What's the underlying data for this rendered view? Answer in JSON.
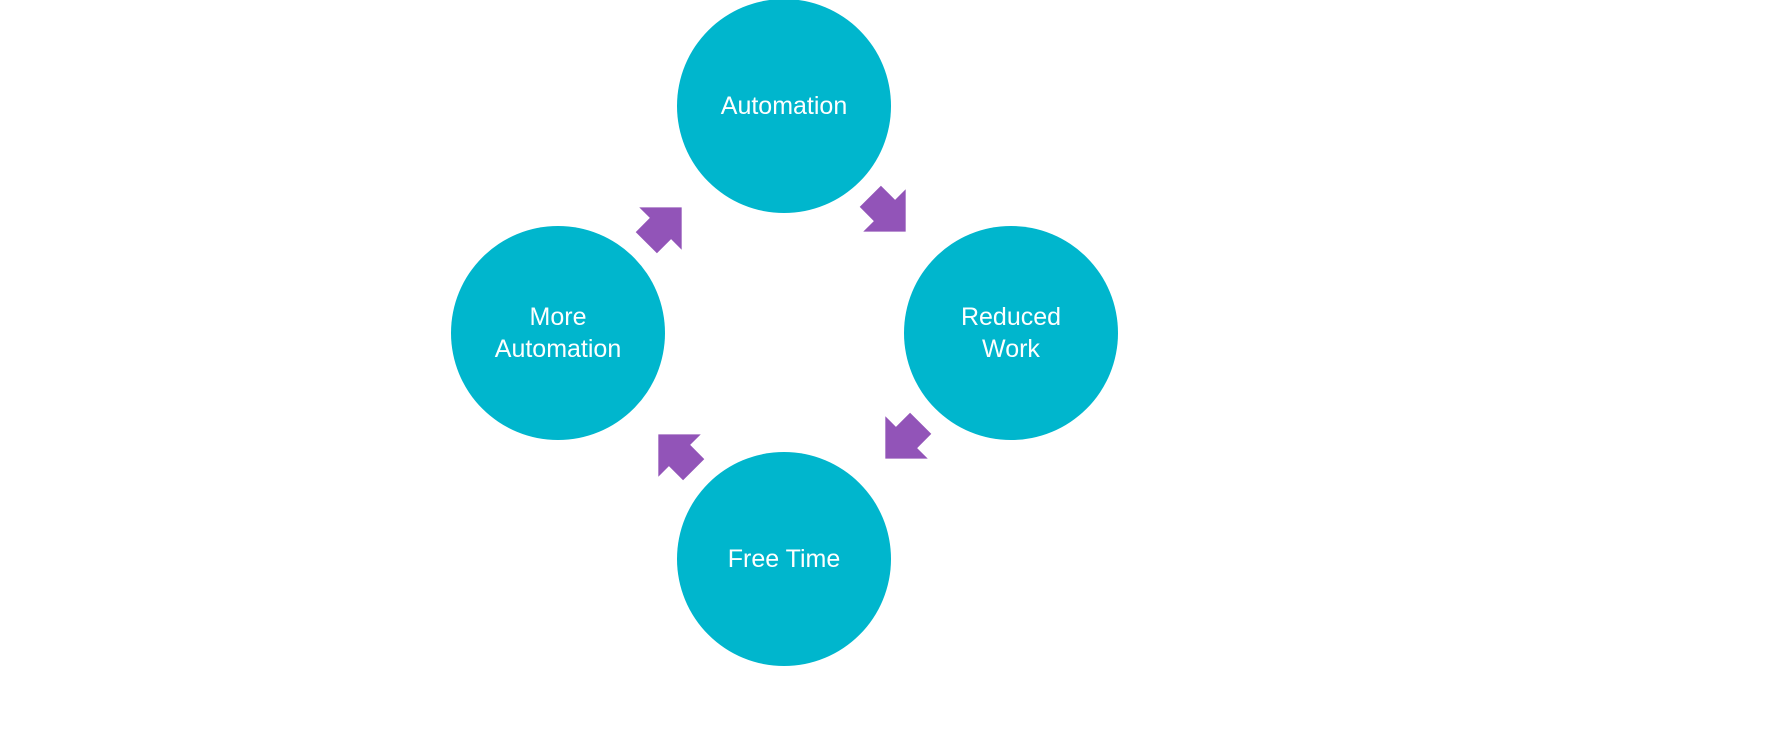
{
  "cycle": {
    "nodes": [
      {
        "label": "Automation"
      },
      {
        "label": "Reduced\nWork"
      },
      {
        "label": "Free Time"
      },
      {
        "label": "More\nAutomation"
      }
    ],
    "arrows": [
      {
        "from": "Automation",
        "to": "Reduced Work",
        "icon": "arrow-icon"
      },
      {
        "from": "Reduced Work",
        "to": "Free Time",
        "icon": "arrow-icon"
      },
      {
        "from": "Free Time",
        "to": "More Automation",
        "icon": "arrow-icon"
      },
      {
        "from": "More Automation",
        "to": "Automation",
        "icon": "arrow-icon"
      }
    ]
  },
  "colors": {
    "node_fill": "#00B6CD",
    "arrow_fill": "#9254B8",
    "text": "#FFFFFF"
  }
}
